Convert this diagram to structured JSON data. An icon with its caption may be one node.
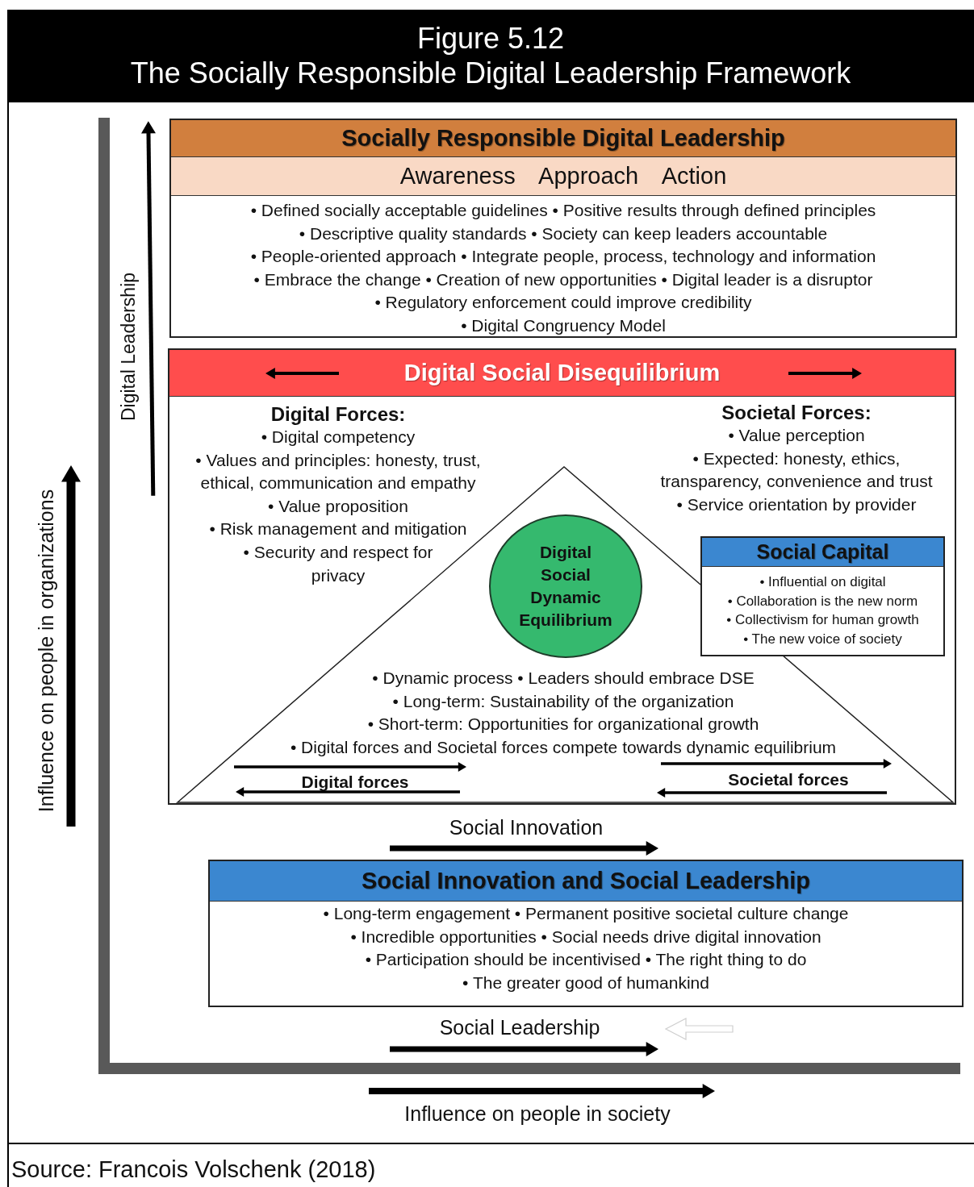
{
  "diagram": {
    "title": "The Socially Responsible Digital Leadership Framework",
    "caption": "Source: Francois Volschenk (2018)",
    "nodes": [
      {
        "text": [
          "Socially Responsible Digital Leadership",
          "Awareness Approach Action",
          "• Defined socially acceptable guidelines • Positive results through defined principles",
          "• Descriptive quality standards • Society can keep leaders accountable",
          "• People-oriented approach • Integrate people, process, technology and information",
          "• Embrace the change • Creation of new opportunities • Digital leader is a disruptor",
          "• Regulatory enforcement could improve credibility",
          "• Digital Congruency Model"
        ]
      },
      {
        "text": [
          "Digital Social Disequilibrium",
          "Digital Forces:",
          "• Digital competency",
          "• Values and principles: honesty, trust, ethical, communication and empathy",
          "• Value proposition",
          "• Risk management and mitigation",
          "• Security and respect for privacy",
          "Societal Forces:",
          "• Value perception",
          "• Expected: honesty, ethics, transparency, convenience and trust",
          "• Service orientation by provider"
        ]
      },
      {
        "text": [
          "• Dynamic process • Leaders should embrace DSE",
          "• Long-term: Sustainability of the organization",
          "• Short-term: Opportunities for organizational growth",
          "• Digital forces and Societal forces compete towards dynamic equilibrium",
          "Digital forces",
          "Societal forces"
        ],
        "in": 1
      },
      {
        "text": [
          "Digital Social Dynamic Equilibrium"
        ],
        "in": 2
      },
      {
        "text": [
          "Social Capital",
          "• Influential on digital",
          "• Collaboration is the new norm",
          "• Collectivism for human growth",
          "• The new voice of society"
        ],
        "in": 1
      },
      {
        "text": [
          "Social Innovation and Social Leadership",
          "• Long-term engagement • Permanent positive societal culture change",
          "• Incredible opportunities • Social needs drive digital innovation",
          "• Participation should be incentivised • The right thing to do",
          "• The greater good of humankind"
        ]
      }
    ],
    "labels": [
      "Figure 5.12",
      "Digital Leadership",
      "Influence on people in organizations",
      "Social Innovation",
      "Social Leadership",
      "Influence on people in society"
    ]
  }
}
